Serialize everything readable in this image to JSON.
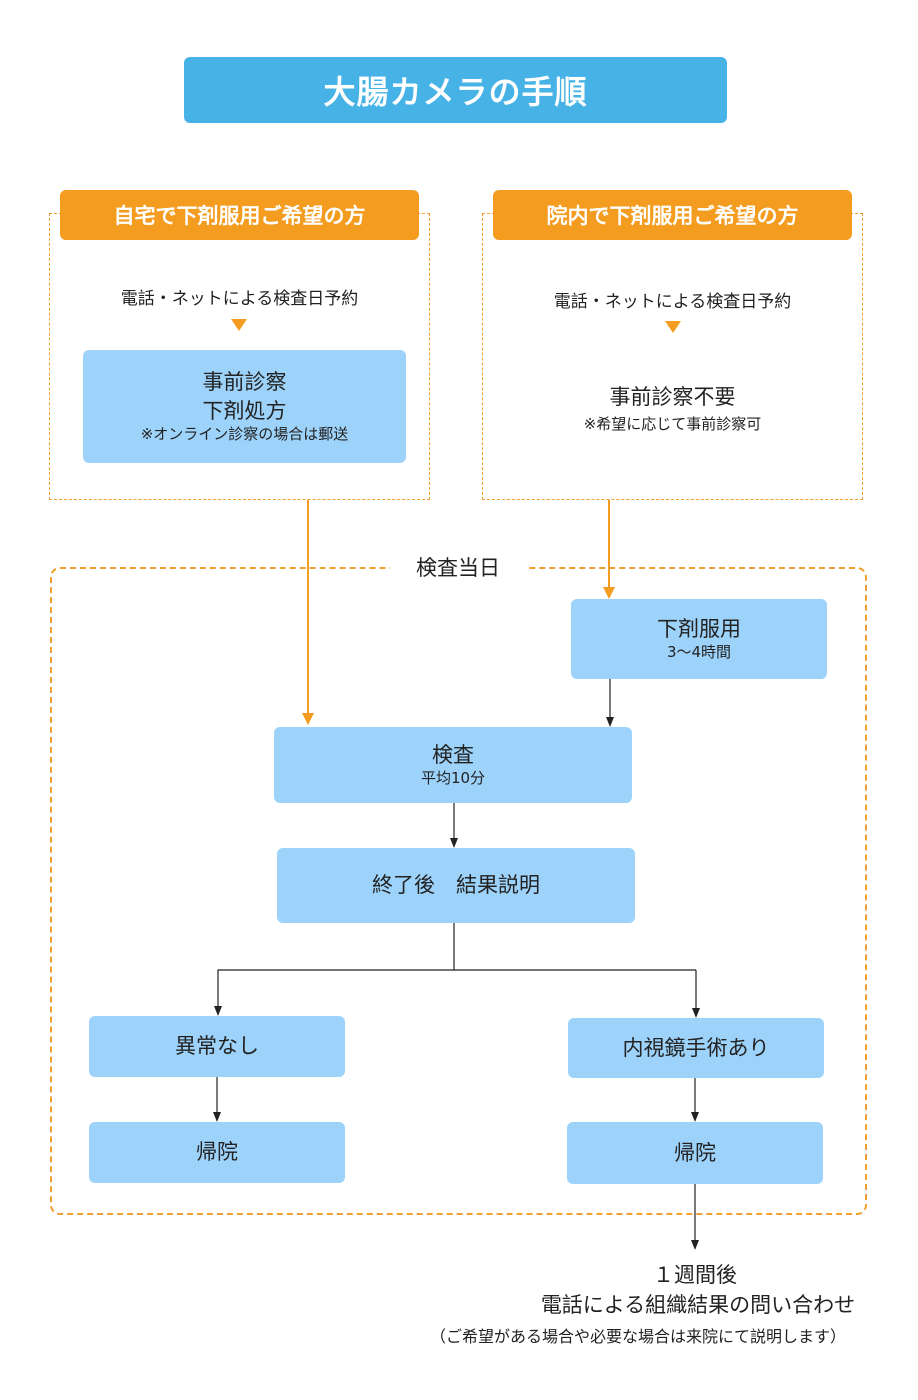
{
  "title": "大腸カメラの手順",
  "left": {
    "header": "自宅で下剤服用ご希望の方",
    "step1": "電話・ネットによる検査日予約",
    "box_line1": "事前診察",
    "box_line2": "下剤処方",
    "box_note": "※オンライン診察の場合は郵送"
  },
  "right": {
    "header": "院内で下剤服用ご希望の方",
    "step1": "電話・ネットによる検査日予約",
    "note_main": "事前診察不要",
    "note_sub": "※希望に応じて事前診察可"
  },
  "exam_day": {
    "label": "検査当日",
    "laxative": {
      "title": "下剤服用",
      "sub": "3〜4時間"
    },
    "exam": {
      "title": "検査",
      "sub": "平均10分"
    },
    "result": "終了後　結果説明",
    "normal": "異常なし",
    "surgery": "内視鏡手術あり",
    "home_left": "帰院",
    "home_right": "帰院"
  },
  "footer": {
    "line1": "１週間後",
    "line2": "電話による組織結果の問い合わせ",
    "line3": "（ご希望がある場合や必要な場合は来院にて説明します）"
  },
  "colors": {
    "title_bg": "#47b2e6",
    "header_bg": "#f39c1f",
    "box_bg": "#9dd2fa",
    "dashed_border": "#f0a030",
    "orange_arrow": "#f39c1f",
    "dark_arrow": "#222222"
  }
}
